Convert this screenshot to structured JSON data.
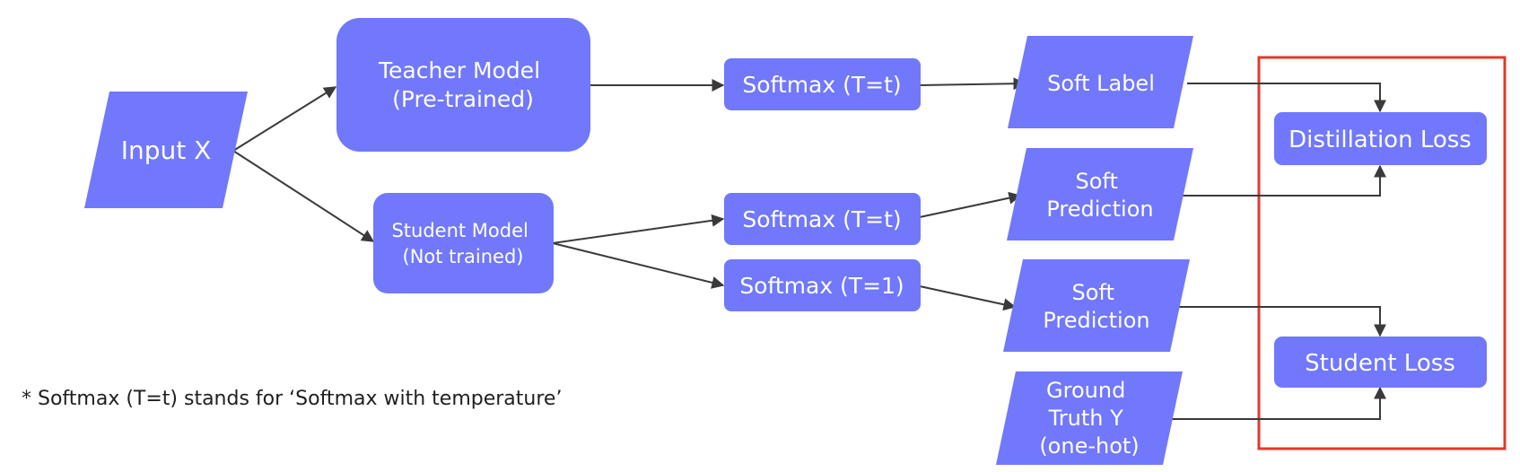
{
  "colors": {
    "node_fill": "#7178fb",
    "node_text": "#ffffff",
    "arrow": "#3a3a3a",
    "highlight_border": "#e0392b",
    "footnote_text": "#1f1f1f"
  },
  "nodes": {
    "input_x": {
      "lines": [
        "Input X"
      ]
    },
    "teacher_model": {
      "lines": [
        "Teacher Model",
        "(Pre-trained)"
      ]
    },
    "student_model": {
      "lines": [
        "Student Model",
        "(Not trained)"
      ]
    },
    "softmax_teacher": {
      "lines": [
        "Softmax (T=t)"
      ]
    },
    "softmax_student_t": {
      "lines": [
        "Softmax (T=t)"
      ]
    },
    "softmax_student_1": {
      "lines": [
        "Softmax (T=1)"
      ]
    },
    "soft_label": {
      "lines": [
        "Soft Label"
      ]
    },
    "soft_prediction_t": {
      "lines": [
        "Soft",
        "Prediction"
      ]
    },
    "soft_prediction_1": {
      "lines": [
        "Soft",
        "Prediction"
      ]
    },
    "ground_truth": {
      "lines": [
        "Ground",
        "Truth Y",
        "(one-hot)"
      ]
    },
    "distillation_loss": {
      "lines": [
        "Distillation Loss"
      ]
    },
    "student_loss": {
      "lines": [
        "Student Loss"
      ]
    }
  },
  "footnote": "* Softmax (T=t) stands for ‘Softmax with temperature’"
}
